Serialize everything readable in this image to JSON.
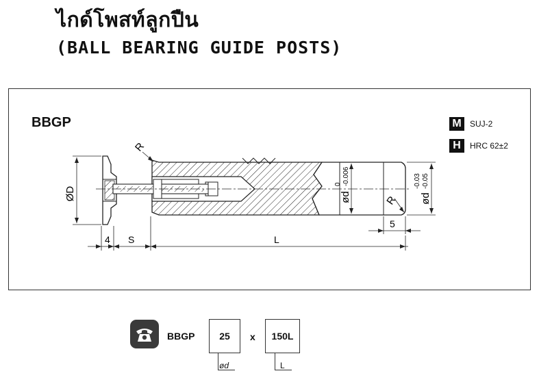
{
  "header": {
    "title_th": "ไกด์โพสท์ลูกปืน",
    "title_en": "(BALL BEARING GUIDE POSTS)"
  },
  "drawing": {
    "part_code": "BBGP",
    "material": {
      "badge": "M",
      "value": "SUJ-2"
    },
    "hardness": {
      "badge": "H",
      "value": "HRC 62±2"
    },
    "dims": {
      "D": "ØD",
      "R_left": "R",
      "R_right": "R",
      "d_label": "ød",
      "d_tol_upper": "0",
      "d_tol_lower": "-0.006",
      "d2_label": "ød",
      "d2_tol_upper": "-0.03",
      "d2_tol_lower": "-0.05",
      "four": "4",
      "S": "S",
      "L": "L",
      "five": "5"
    }
  },
  "order": {
    "icon": "phone-icon",
    "code": "BBGP",
    "diameter_value": "25",
    "separator": "x",
    "length_value": "150L",
    "diameter_label": "ød",
    "length_label": "L"
  },
  "colors": {
    "ink": "#111111",
    "badge": "#111111",
    "icon_bg": "#3a3a3a"
  }
}
